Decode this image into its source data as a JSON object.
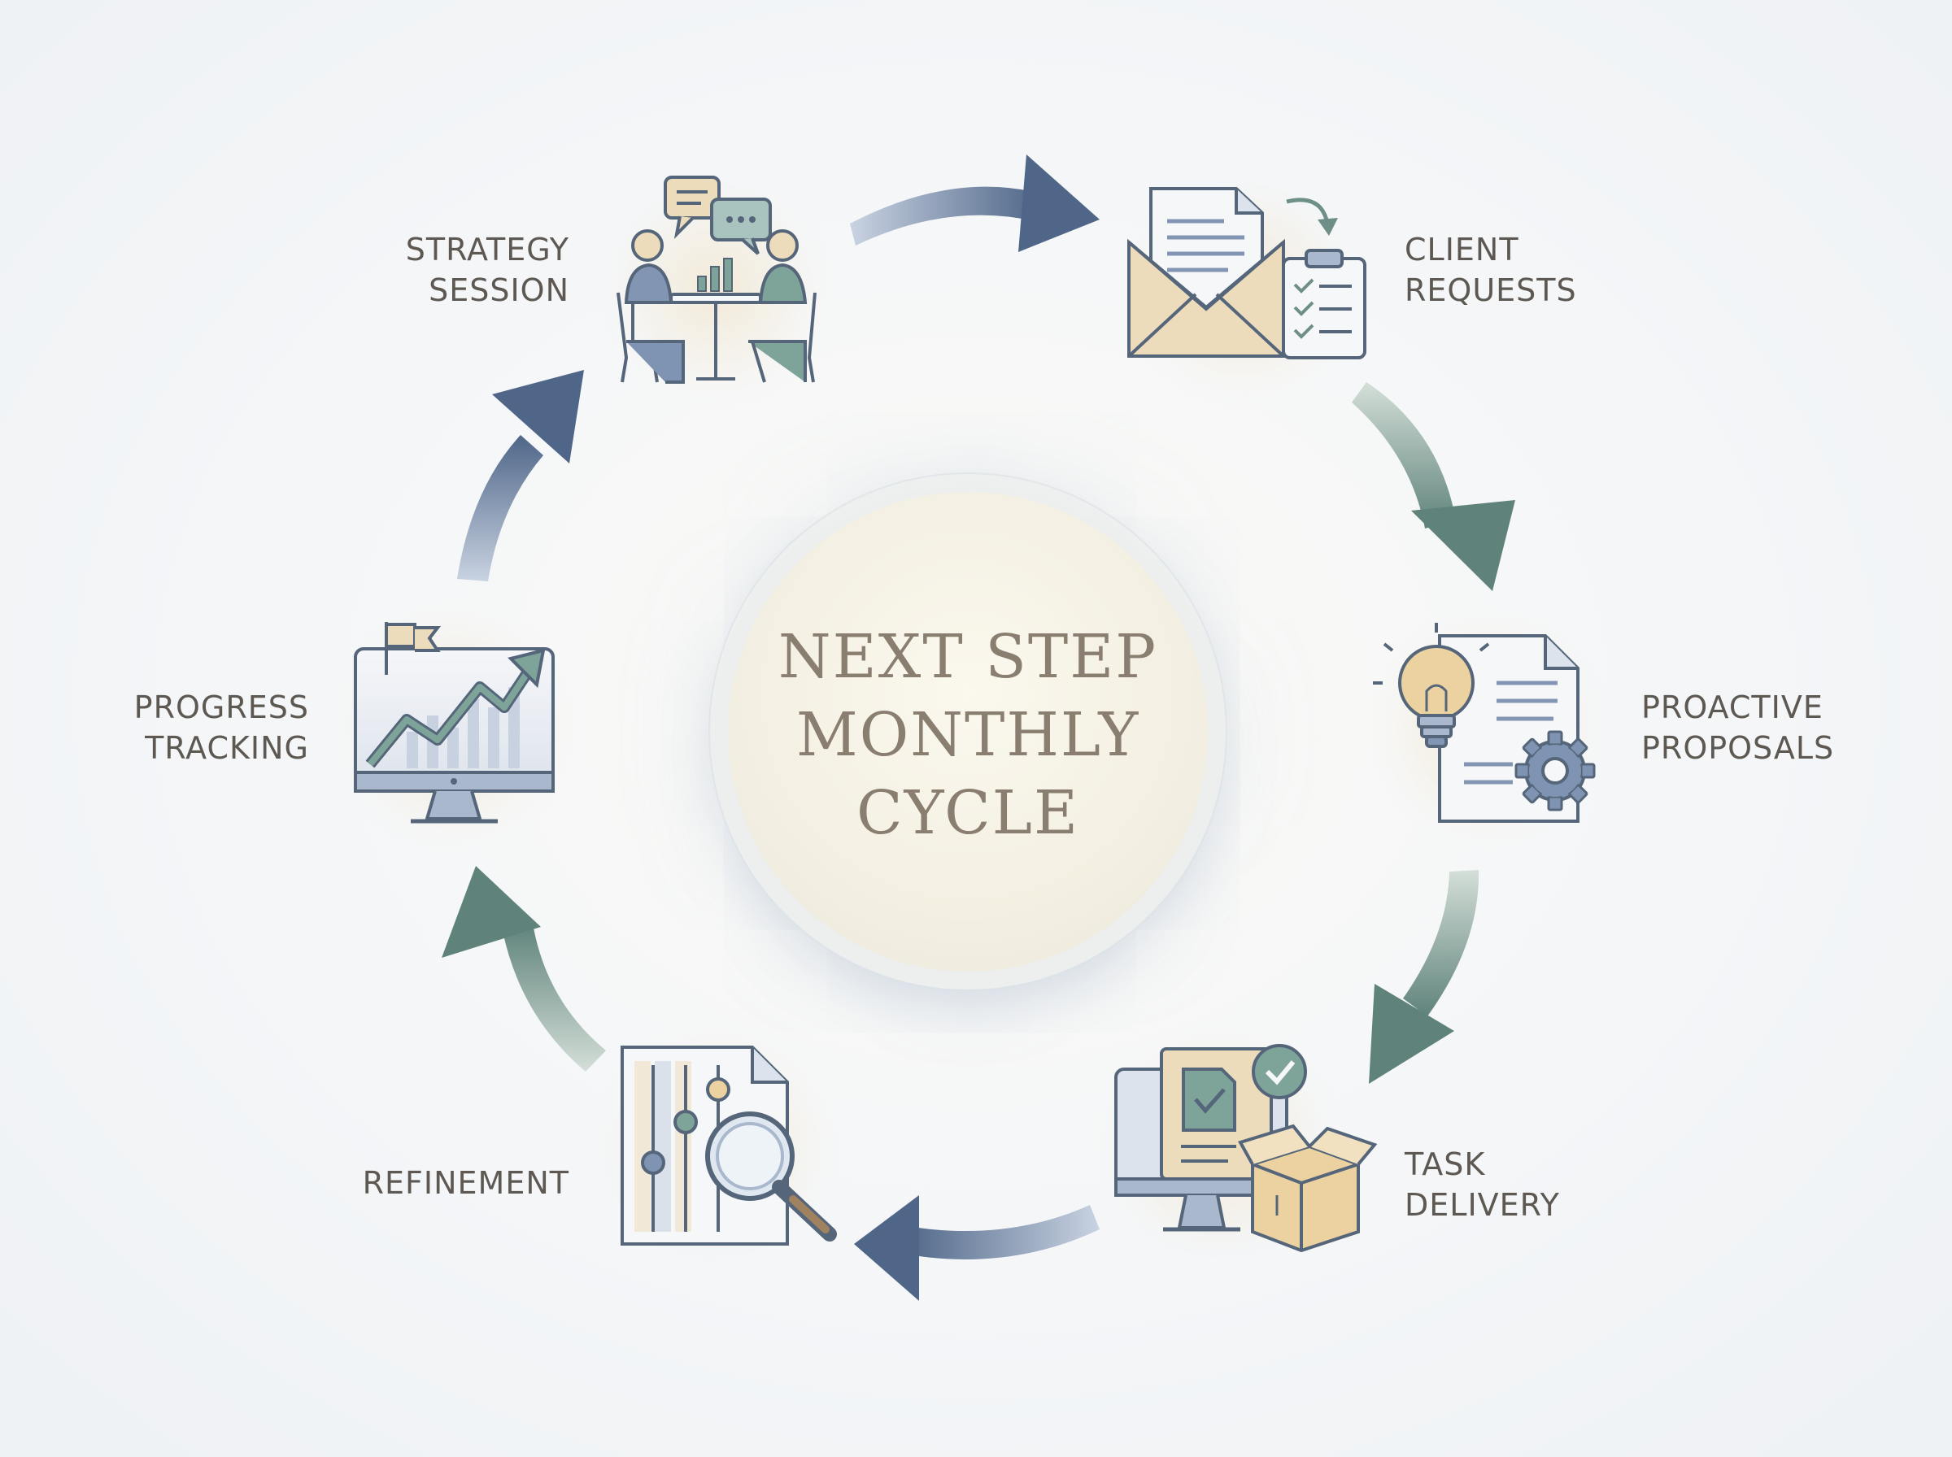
{
  "diagram": {
    "type": "cycle",
    "center_title": {
      "line1": "NEXT STEP",
      "line2": "MONTHLY",
      "line3": "CYCLE"
    },
    "steps": [
      {
        "id": "strategy-session",
        "line1": "STRATEGY",
        "line2": "SESSION",
        "icon": "meeting-icon"
      },
      {
        "id": "client-requests",
        "line1": "CLIENT",
        "line2": "REQUESTS",
        "icon": "envelope-clipboard-icon"
      },
      {
        "id": "proactive-proposals",
        "line1": "PROACTIVE",
        "line2": "PROPOSALS",
        "icon": "lightbulb-document-gear-icon"
      },
      {
        "id": "task-delivery",
        "line1": "TASK",
        "line2": "DELIVERY",
        "icon": "monitor-package-check-icon"
      },
      {
        "id": "refinement",
        "line1": "REFINEMENT",
        "line2": "",
        "icon": "document-sliders-magnifier-icon"
      },
      {
        "id": "progress-tracking",
        "line1": "PROGRESS",
        "line2": "TRACKING",
        "icon": "monitor-growth-chart-icon"
      }
    ],
    "flow_direction": "clockwise"
  },
  "colors": {
    "text": "#5e5852",
    "center_text": "#8a7e70",
    "arrow_blue": "#5d7392",
    "arrow_green": "#6e8f88",
    "icon_stroke": "#55657a",
    "icon_blue_fill": "#a9b8cd",
    "icon_green_fill": "#7ea49a",
    "icon_beige_fill": "#ecdcbc",
    "icon_paper": "#f6f7f9"
  }
}
